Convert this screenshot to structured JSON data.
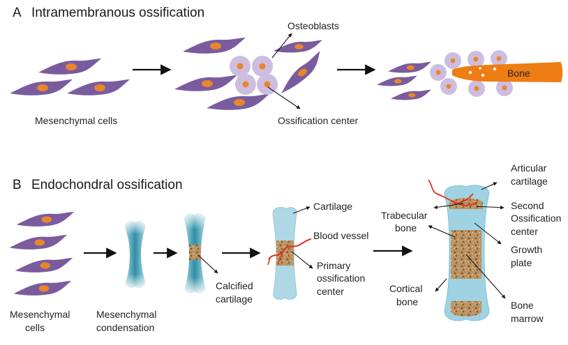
{
  "panel_a": {
    "letter": "A",
    "title": "Intramembranous ossification",
    "labels": {
      "mesenchymal_cells": "Mesenchymal cells",
      "osteoblasts": "Osteoblasts",
      "ossification_center": "Ossification center",
      "bone": "Bone"
    }
  },
  "panel_b": {
    "letter": "B",
    "title": "Endochondral ossification",
    "labels": {
      "mesenchymal_cells_1": "Mesenchymal",
      "mesenchymal_cells_2": "cells",
      "condensation_1": "Mesenchymal",
      "condensation_2": "condensation",
      "calcified_1": "Calcified",
      "calcified_2": "cartilage",
      "cartilage": "Cartilage",
      "blood_vessel": "Blood vessel",
      "primary_1": "Primary",
      "primary_2": "ossification",
      "primary_3": "center",
      "trabecular_1": "Trabecular",
      "trabecular_2": "bone",
      "cortical_1": "Cortical",
      "cortical_2": "bone",
      "articular_1": "Articular",
      "articular_2": "cartilage",
      "second_1": "Second",
      "second_2": "Ossification",
      "second_3": "center",
      "growth_1": "Growth",
      "growth_2": "plate",
      "marrow_1": "Bone",
      "marrow_2": "marrow"
    }
  },
  "colors": {
    "mesenchymal_cell": "#7a5c9e",
    "nucleus": "#e8872a",
    "osteoblast": "#cdbde0",
    "bone": "#ee7d14",
    "cartilage_light": "#b8e2ee",
    "cartilage_dark": "#3a9ab0",
    "calcified": "#b9905f",
    "blood_vessel": "#e0301e"
  }
}
